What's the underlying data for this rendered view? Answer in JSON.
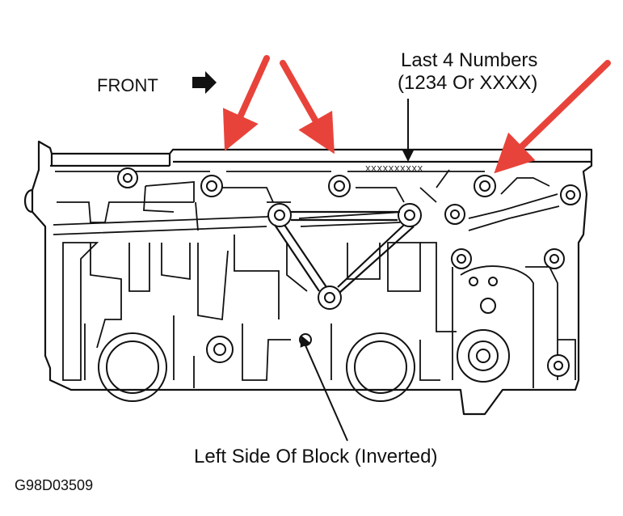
{
  "labels": {
    "front": "FRONT",
    "last_numbers_line1": "Last 4 Numbers",
    "last_numbers_line2": "(1234 Or XXXX)",
    "serial_stamp": "XXXXXXXXXX",
    "caption": "Left Side Of Block (Inverted)",
    "figure_id": "G98D03509"
  },
  "icons": {
    "front_direction": "right-arrow-icon",
    "callout": "red-arrow-icon"
  },
  "colors": {
    "line": "#111111",
    "callout": "#e8433a",
    "background": "#ffffff"
  }
}
